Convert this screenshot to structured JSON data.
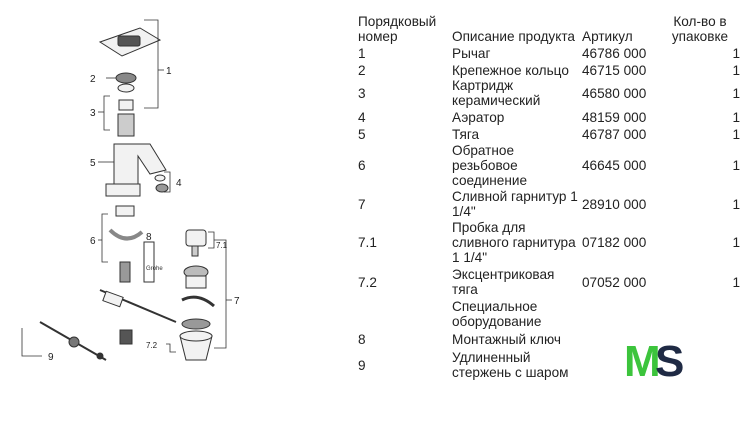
{
  "diagram": {
    "labels": [
      "1",
      "2",
      "3",
      "5",
      "4",
      "6",
      "8",
      "7.1",
      "7",
      "7.2",
      "9"
    ]
  },
  "table": {
    "headers": {
      "position": "Порядковый номер",
      "description": "Описание продукта",
      "article": "Артикул",
      "quantity": "Кол-во в упаковке"
    },
    "rows": [
      {
        "position": "1",
        "description": "Рычаг",
        "article": "46786 000",
        "quantity": "1"
      },
      {
        "position": "2",
        "description": "Крепежное кольцо",
        "article": "46715 000",
        "quantity": "1"
      },
      {
        "position": "3",
        "description": "Картридж керамический",
        "article": "46580 000",
        "quantity": "1"
      },
      {
        "position": "4",
        "description": "Аэратор",
        "article": "48159 000",
        "quantity": "1"
      },
      {
        "position": "5",
        "description": "Тяга",
        "article": "46787 000",
        "quantity": "1"
      },
      {
        "position": "6",
        "description": "Обратное резьбовое соединение",
        "article": "46645 000",
        "quantity": "1"
      },
      {
        "position": "7",
        "description": "Сливной гарнитур 1 1/4\"",
        "article": "28910 000",
        "quantity": "1"
      },
      {
        "position": "7.1",
        "description": "Пробка для сливного гарнитура 1 1/4\"",
        "article": "07182 000",
        "quantity": "1"
      },
      {
        "position": "7.2",
        "description": "Эксцентриковая тяга",
        "article": "07052 000",
        "quantity": "1"
      },
      {
        "position": "",
        "description": "Специальное оборудование",
        "article": "",
        "quantity": ""
      },
      {
        "position": "8",
        "description": "Монтажный ключ",
        "article": "",
        "quantity": ""
      },
      {
        "position": "9",
        "description": "Удлиненный стержень с шаром",
        "article": "",
        "quantity": ""
      }
    ]
  },
  "logo": {
    "text_m": "M",
    "text_s": "S",
    "colors": {
      "m": "#3cc43c",
      "s": "#1f2a44"
    }
  }
}
